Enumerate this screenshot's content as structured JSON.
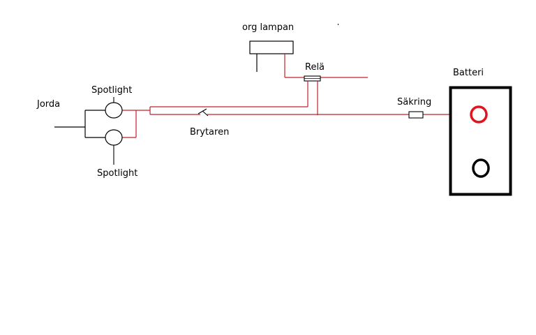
{
  "labels": {
    "org_lamp": "org lampan",
    "relay": "Relä",
    "battery": "Batteri",
    "fuse": "Säkring",
    "ground": "Jorda",
    "spotlight_top": "Spotlight",
    "spotlight_bottom": "Spotlight",
    "switch": "Brytaren"
  },
  "colors": {
    "wire": "#c0202a",
    "ink": "#000000",
    "positive_terminal": "#e0141e",
    "background": "#ffffff"
  }
}
